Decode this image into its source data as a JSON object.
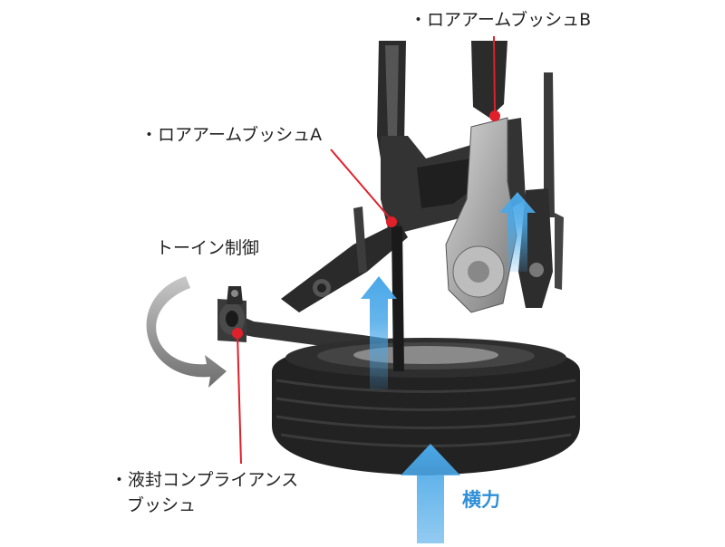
{
  "labels": {
    "lower_arm_bushing_b": "・ロアアームブッシュB",
    "lower_arm_bushing_a": "・ロアアームブッシュA",
    "toe_in_control": "トーイン制御",
    "fluid_compliance_bushing_line1": "・液封コンプライアンス",
    "fluid_compliance_bushing_line2": "ブッシュ",
    "lateral_force": "横力"
  },
  "colors": {
    "callout_line": "#e0202a",
    "marker": "#e0202a",
    "arrow_blue": "#4aa8e8",
    "arrow_gray": "#8a8a8a",
    "text_blue": "#2f8fd8"
  },
  "icons": {
    "rotation_arrow": "curved-arrow-icon",
    "force_arrows": "up-arrow-icon"
  }
}
